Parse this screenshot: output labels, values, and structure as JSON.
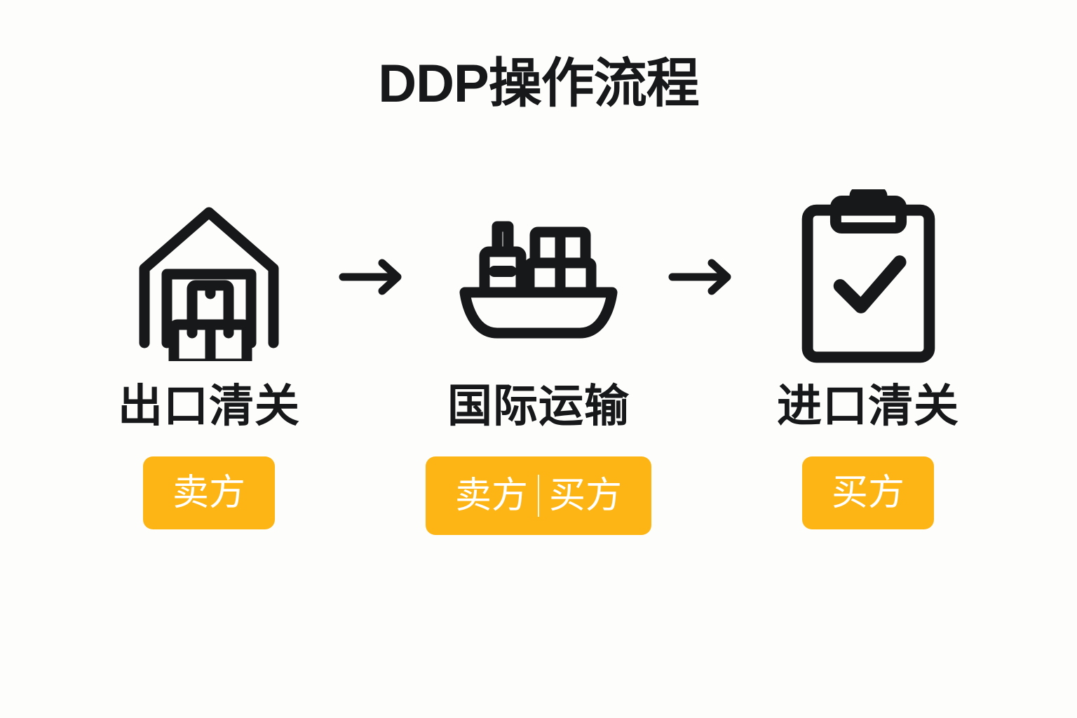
{
  "title": "DDP操作流程",
  "colors": {
    "background": "#fdfdfb",
    "ink": "#17181a",
    "accent_orange": "#FDB515",
    "badge_text": "#ffffff"
  },
  "steps": [
    {
      "icon": "warehouse-icon",
      "label": "出口清关",
      "badge": {
        "primary": "卖方",
        "secondary": null
      }
    },
    {
      "icon": "cargo-ship-icon",
      "label": "国际运输",
      "badge": {
        "primary": "卖方",
        "secondary": "买方"
      }
    },
    {
      "icon": "clipboard-check-icon",
      "label": "进口清关",
      "badge": {
        "primary": "买方",
        "secondary": null
      }
    }
  ],
  "connectors": [
    {
      "icon": "arrow-right-icon"
    },
    {
      "icon": "arrow-right-icon"
    }
  ]
}
